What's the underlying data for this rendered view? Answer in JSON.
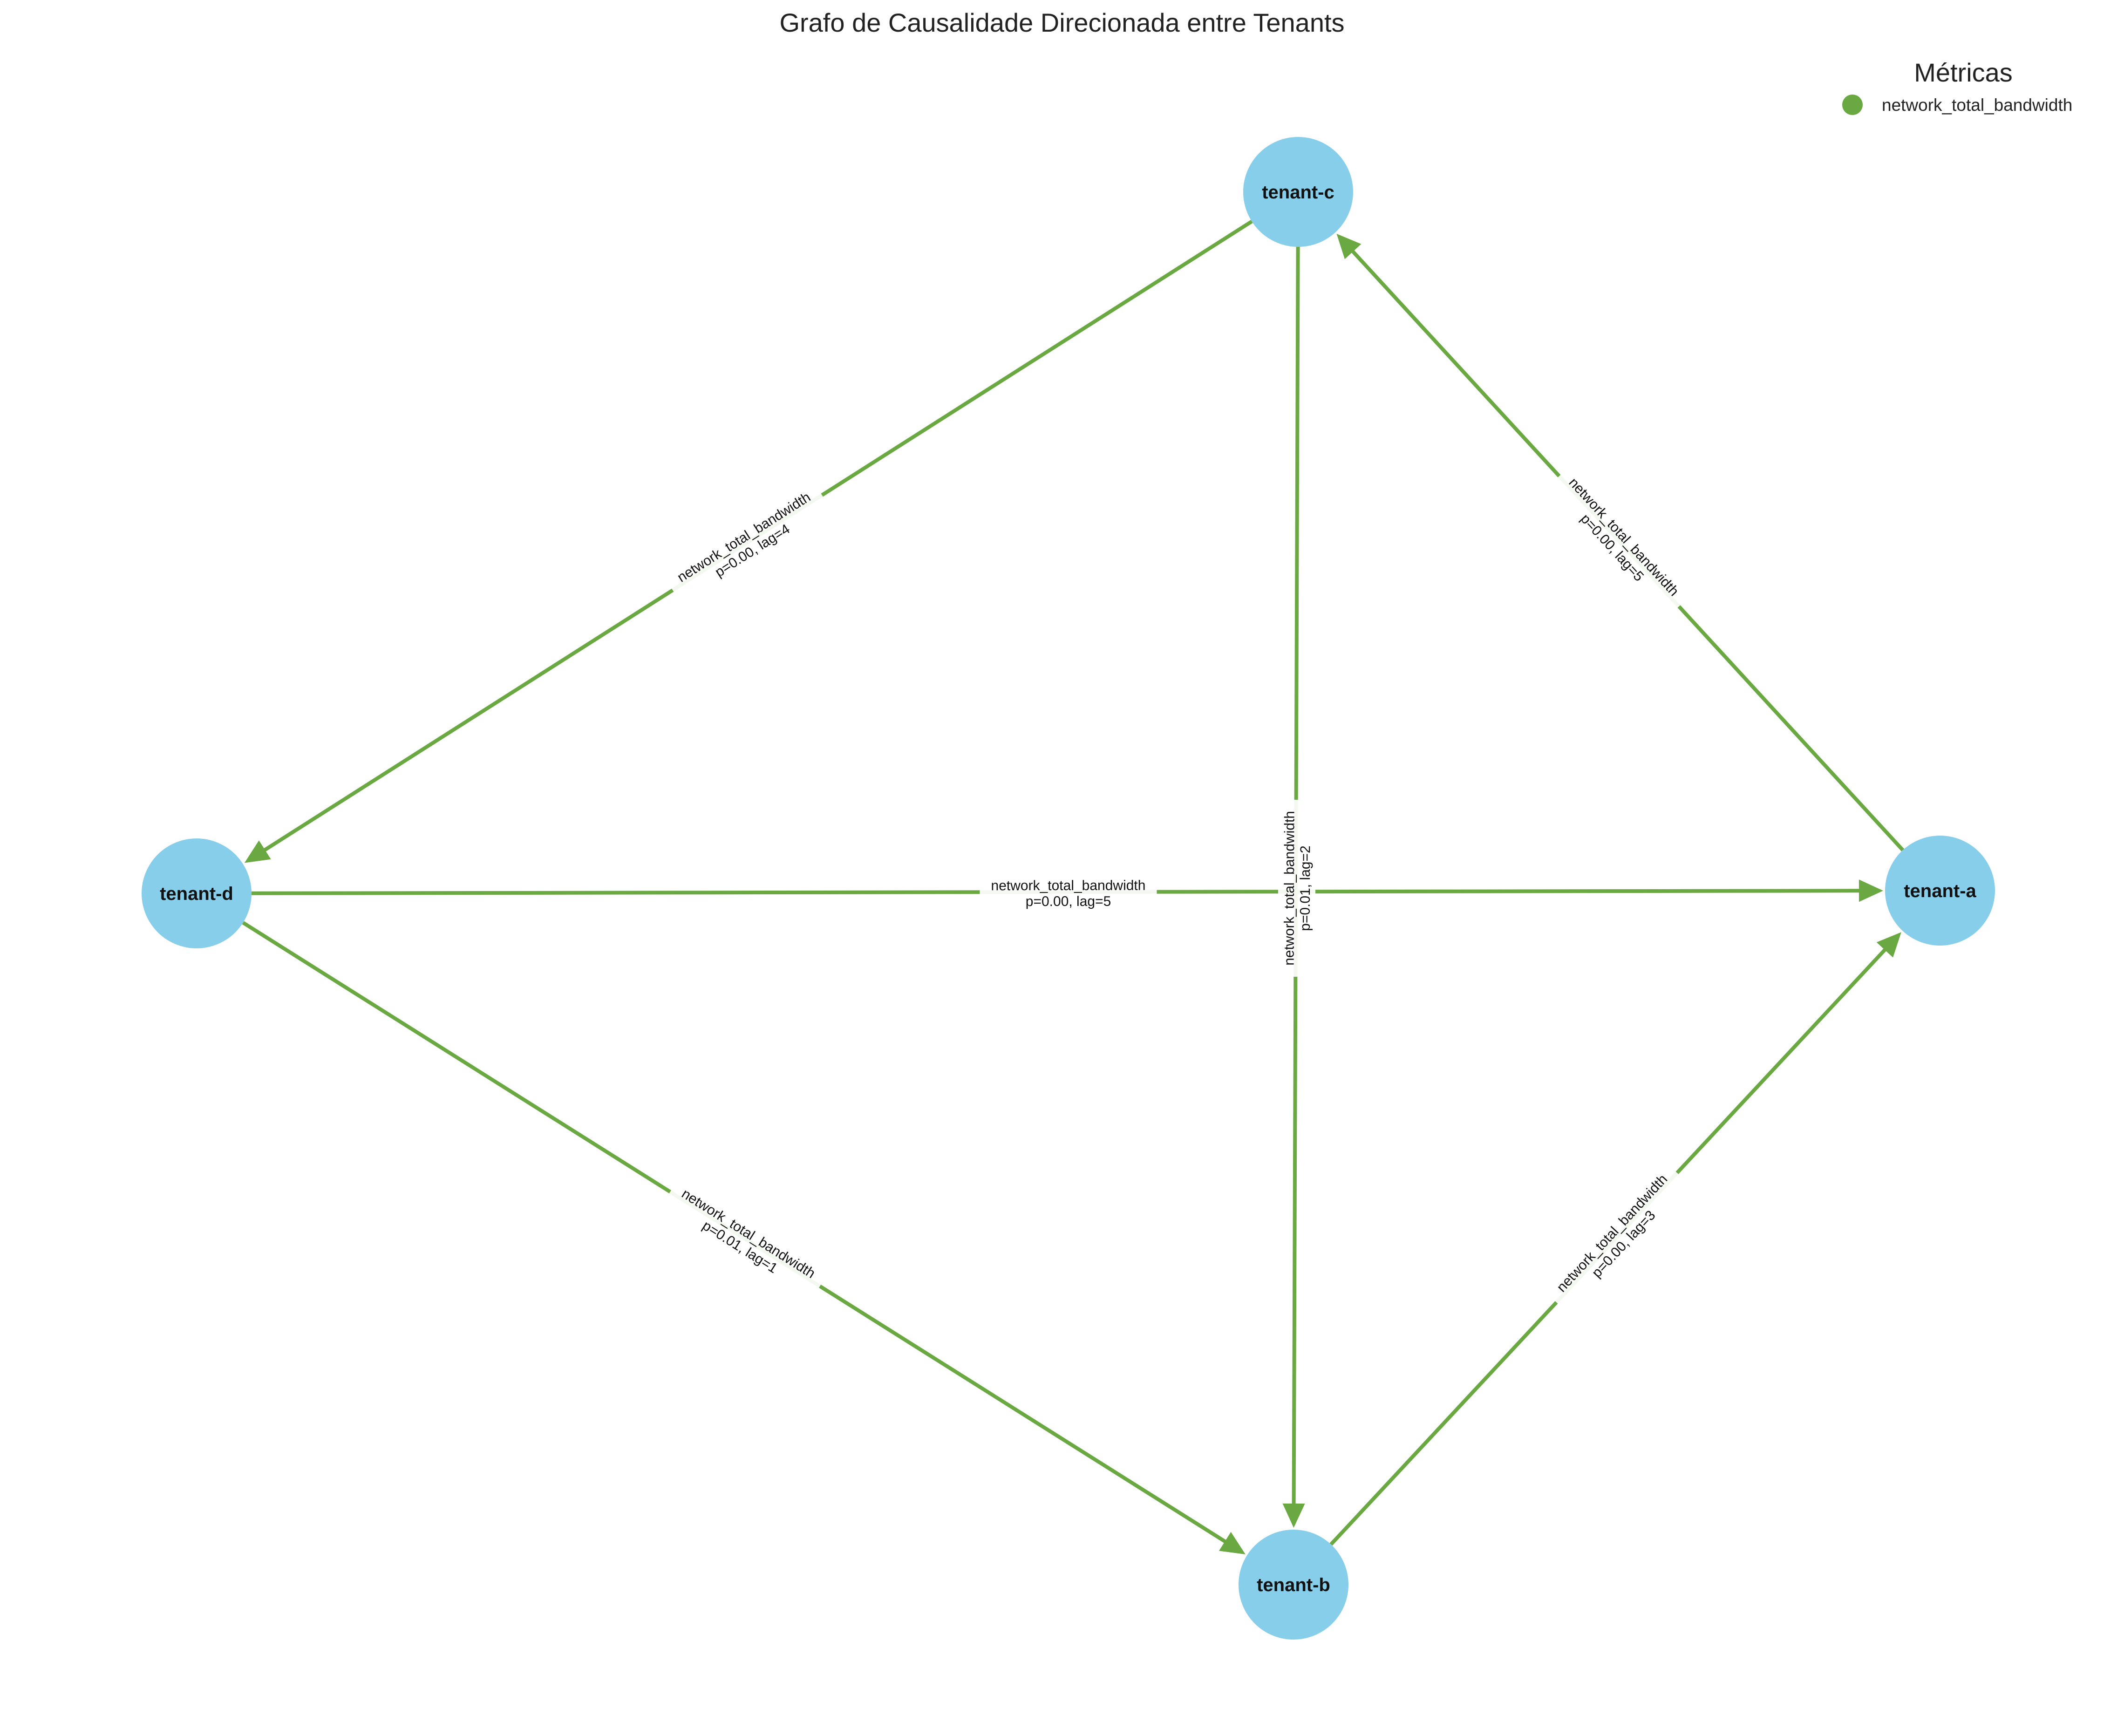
{
  "title": "Grafo de Causalidade Direcionada entre Tenants",
  "colors": {
    "edge": "#6aa842",
    "node": "#87ceeb",
    "label_bg": "#ffffff"
  },
  "legend": {
    "title": "Métricas",
    "items": [
      {
        "label": "network_total_bandwidth",
        "color": "#6aa842"
      }
    ]
  },
  "nodes": [
    {
      "id": "tenant-a",
      "label": "tenant-a"
    },
    {
      "id": "tenant-b",
      "label": "tenant-b"
    },
    {
      "id": "tenant-c",
      "label": "tenant-c"
    },
    {
      "id": "tenant-d",
      "label": "tenant-d"
    }
  ],
  "edges": [
    {
      "from": "tenant-c",
      "to": "tenant-d",
      "metric": "network_total_bandwidth",
      "stats": "p=0.00, lag=4"
    },
    {
      "from": "tenant-a",
      "to": "tenant-c",
      "metric": "network_total_bandwidth",
      "stats": "p=0.00, lag=5"
    },
    {
      "from": "tenant-c",
      "to": "tenant-b",
      "metric": "network_total_bandwidth",
      "stats": "p=0.01, lag=2"
    },
    {
      "from": "tenant-d",
      "to": "tenant-a",
      "metric": "network_total_bandwidth",
      "stats": "p=0.00, lag=5"
    },
    {
      "from": "tenant-d",
      "to": "tenant-b",
      "metric": "network_total_bandwidth",
      "stats": "p=0.01, lag=1"
    },
    {
      "from": "tenant-b",
      "to": "tenant-a",
      "metric": "network_total_bandwidth",
      "stats": "p=0.00, lag=3"
    }
  ]
}
